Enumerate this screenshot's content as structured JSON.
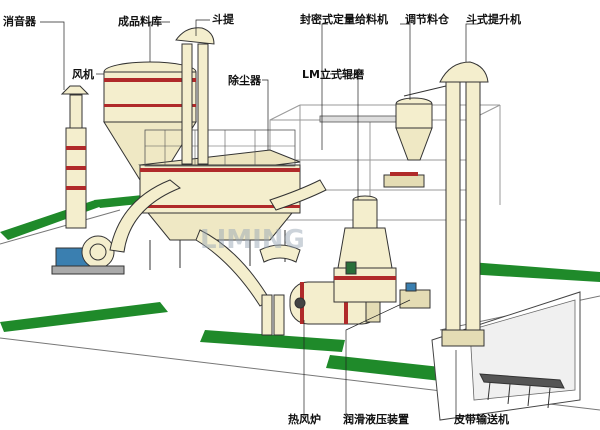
{
  "labels": {
    "silencer": "消音器",
    "product_silo": "成品料库",
    "bucket_elevator_top": "斗提",
    "sealed_feeder": "封密式定量给料机",
    "regulating_bin": "调节料仓",
    "bucket_elevator": "斗式提升机",
    "fan": "风机",
    "dust_collector": "除尘器",
    "lm_mill": "LM立式辊磨",
    "hot_air_furnace": "热风炉",
    "lubrication_hydraulic": "润滑液压装置",
    "belt_conveyor": "皮带输送机"
  },
  "watermark": "LIMING",
  "colors": {
    "floor_green": "#1f8a2a",
    "equipment_cream": "#f4eecd",
    "accent_red": "#b02a2a",
    "outline": "#333333",
    "steel_frame": "#9a9a9a",
    "fan_blue": "#3a7fb0"
  }
}
